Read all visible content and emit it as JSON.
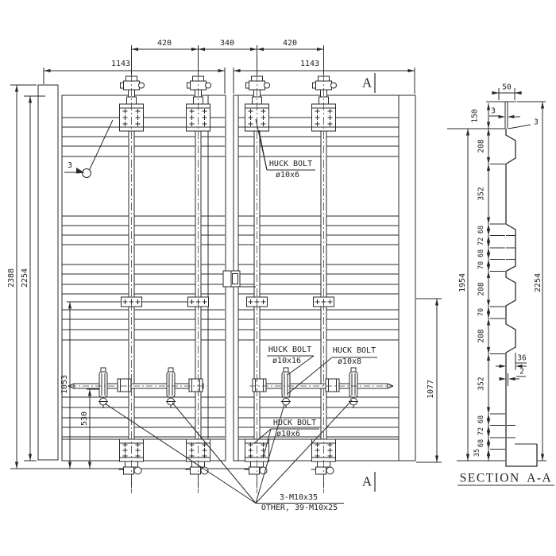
{
  "colors": {
    "line": "#2a2a2a",
    "background": "#ffffff"
  },
  "front_view": {
    "dim_top_420_left": "420",
    "dim_top_340": "340",
    "dim_top_420_right": "420",
    "dim_width_left_leaf": "1143",
    "dim_width_right_leaf": "1143",
    "dim_height_overall": "2388",
    "dim_height_leaf": "2254",
    "dim_brace_left": "1053",
    "dim_lock_left": "530",
    "dim_brace_right": "1077",
    "item_balloon": "3",
    "section_marker_top": "A",
    "section_marker_bottom": "A",
    "callouts": {
      "top": {
        "line1": "HUCK BOLT",
        "line2": "ø10x6"
      },
      "mid_left": {
        "line1": "HUCK BOLT",
        "line2": "ø10x16"
      },
      "mid_right": {
        "line1": "HUCK BOLT",
        "line2": "ø10x8"
      },
      "bottom": {
        "line1": "HUCK BOLT",
        "line2": "ø10x6"
      }
    },
    "bottom_note": {
      "line1": "3-M10x35",
      "line2": "OTHER, 39-M10x25"
    }
  },
  "section_view": {
    "title": "SECTION A-A",
    "dim_top_width": "50",
    "dim_top_plate_height": "150",
    "dim_plate_thickness": "3",
    "dim_sheet_edge": "3",
    "chain": [
      "208",
      "352",
      "68",
      "72",
      "68",
      "70",
      "208",
      "70",
      "208",
      "352",
      "68",
      "72",
      "68",
      "35"
    ],
    "dim_rib_depth": "36",
    "dim_sheet_thickness": "2",
    "dim_height_inner": "1954",
    "dim_height_outer": "2254"
  }
}
